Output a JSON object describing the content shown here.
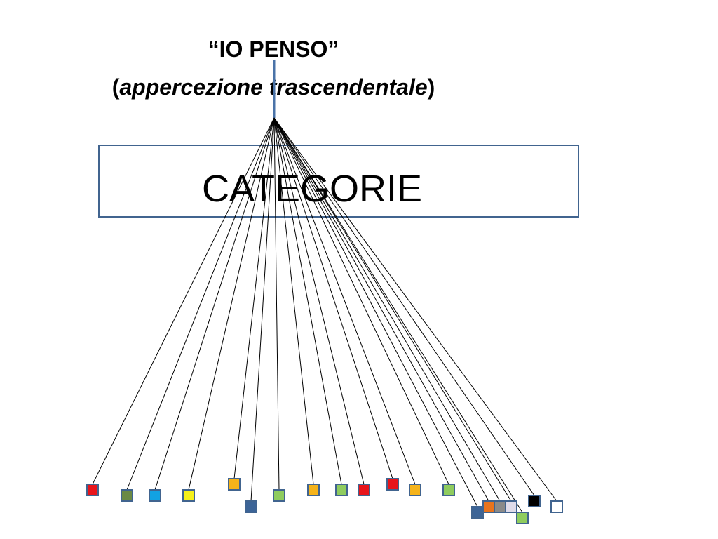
{
  "title": {
    "line1": "“IO PENSO”",
    "line2_open": "(",
    "line2_italic": "appercezione trascendentale",
    "line2_close": ")"
  },
  "box": {
    "label": "CATEGORIE"
  },
  "colors": {
    "stem": "#4a73a8",
    "box_border": "#41648f",
    "line": "#000000",
    "square_border": "#41648f"
  },
  "leaves": [
    {
      "fill": "#e8151b"
    },
    {
      "fill": "#6b8a45"
    },
    {
      "fill": "#12a2e3"
    },
    {
      "fill": "#f5f01a"
    },
    {
      "fill": "#f5b31a"
    },
    {
      "fill": "#3c6497"
    },
    {
      "fill": "#8fcc5e"
    },
    {
      "fill": "#f5b31a"
    },
    {
      "fill": "#8fcc5e"
    },
    {
      "fill": "#e8151b"
    },
    {
      "fill": "#e8151b"
    },
    {
      "fill": "#f5b31a"
    },
    {
      "fill": "#8fcc5e"
    },
    {
      "fill": "#3c6497"
    },
    {
      "fill": "#e8741e"
    },
    {
      "fill": "#8a8a8a"
    },
    {
      "fill": "#e0dcea"
    },
    {
      "fill": "#8fcc5e"
    },
    {
      "fill": "#000000"
    },
    {
      "fill": "#ffffff"
    }
  ]
}
